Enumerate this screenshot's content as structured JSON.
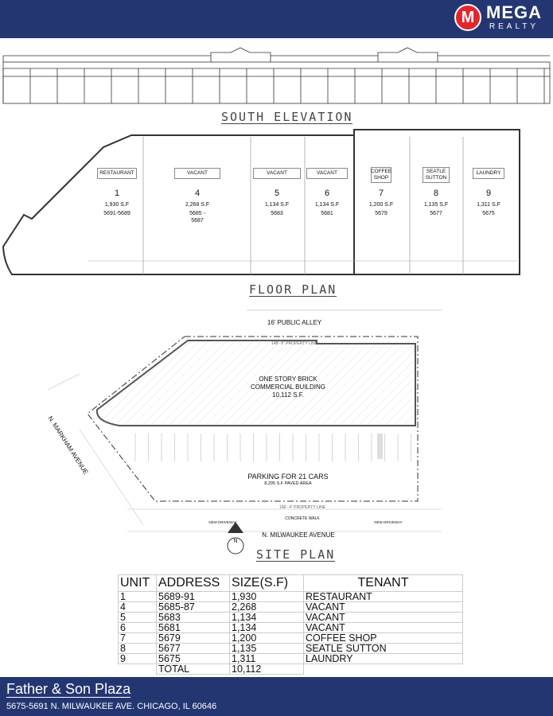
{
  "brand": {
    "logo_letter": "M",
    "name": "MEGA",
    "sub": "REALTY",
    "colors": {
      "navy": "#243672",
      "red": "#e2262d"
    }
  },
  "elevation": {
    "caption": "SOUTH ELEVATION"
  },
  "floor_plan": {
    "caption": "FLOOR PLAN",
    "units": [
      {
        "label": "RESTAURANT",
        "unit": "1",
        "size": "1,930 S.F",
        "address": "5691-5689"
      },
      {
        "label": "VACANT",
        "unit": "4",
        "size": "2,268 S.F",
        "address": "5685 -\n5687"
      },
      {
        "label": "VACANT",
        "unit": "5",
        "size": "1,134 S.F",
        "address": "5683"
      },
      {
        "label": "VACANT",
        "unit": "6",
        "size": "1,134 S.F",
        "address": "5681"
      },
      {
        "label": "COFFEE SHOP",
        "unit": "7",
        "size": "1,200 S.F",
        "address": "5679"
      },
      {
        "label": "SEATLE SUTTON",
        "unit": "8",
        "size": "1,135 S.F",
        "address": "5677"
      },
      {
        "label": "LAUNDRY",
        "unit": "9",
        "size": "1,311 S.F",
        "address": "5675"
      }
    ]
  },
  "site_plan": {
    "caption": "SITE PLAN",
    "alley": "16' PUBLIC ALLEY",
    "building_line1": "ONE STORY BRICK",
    "building_line2": "COMMERCIAL BUILDING",
    "building_area": "10,112  S.F.",
    "parking": "PARKING FOR 21 CARS",
    "paved": "8,295 S.F PAVED AREA",
    "top_property_line": "148'- 8\" PROPERTY LINE",
    "bottom_property_line": "166'- 4\" PROPERTY LINE",
    "walk": "CONCRETE WALK",
    "driveway": "NEW DRIVEWAY",
    "street_bottom": "N. MILWAUKEE AVENUE",
    "street_left": "N. MARKHAM AVENUE",
    "north": "N"
  },
  "table": {
    "headers": [
      "UNIT",
      "ADDRESS",
      "SIZE(S.F)",
      "TENANT"
    ],
    "rows": [
      [
        "1",
        "5689-91",
        "1,930",
        "RESTAURANT"
      ],
      [
        "4",
        "5685-87",
        "2,268",
        "VACANT"
      ],
      [
        "5",
        "5683",
        "1,134",
        "VACANT"
      ],
      [
        "6",
        "5681",
        "1,134",
        "VACANT"
      ],
      [
        "7",
        "5679",
        "1,200",
        "COFFEE SHOP"
      ],
      [
        "8",
        "5677",
        "1,135",
        "SEATLE SUTTON"
      ],
      [
        "9",
        "5675",
        "1,311",
        "LAUNDRY"
      ]
    ],
    "total_label": "TOTAL",
    "total": "10,112"
  },
  "footer": {
    "name": "Father & Son Plaza",
    "address": "5675-5691 N. MILWAUKEE AVE. CHICAGO, IL 60646"
  }
}
